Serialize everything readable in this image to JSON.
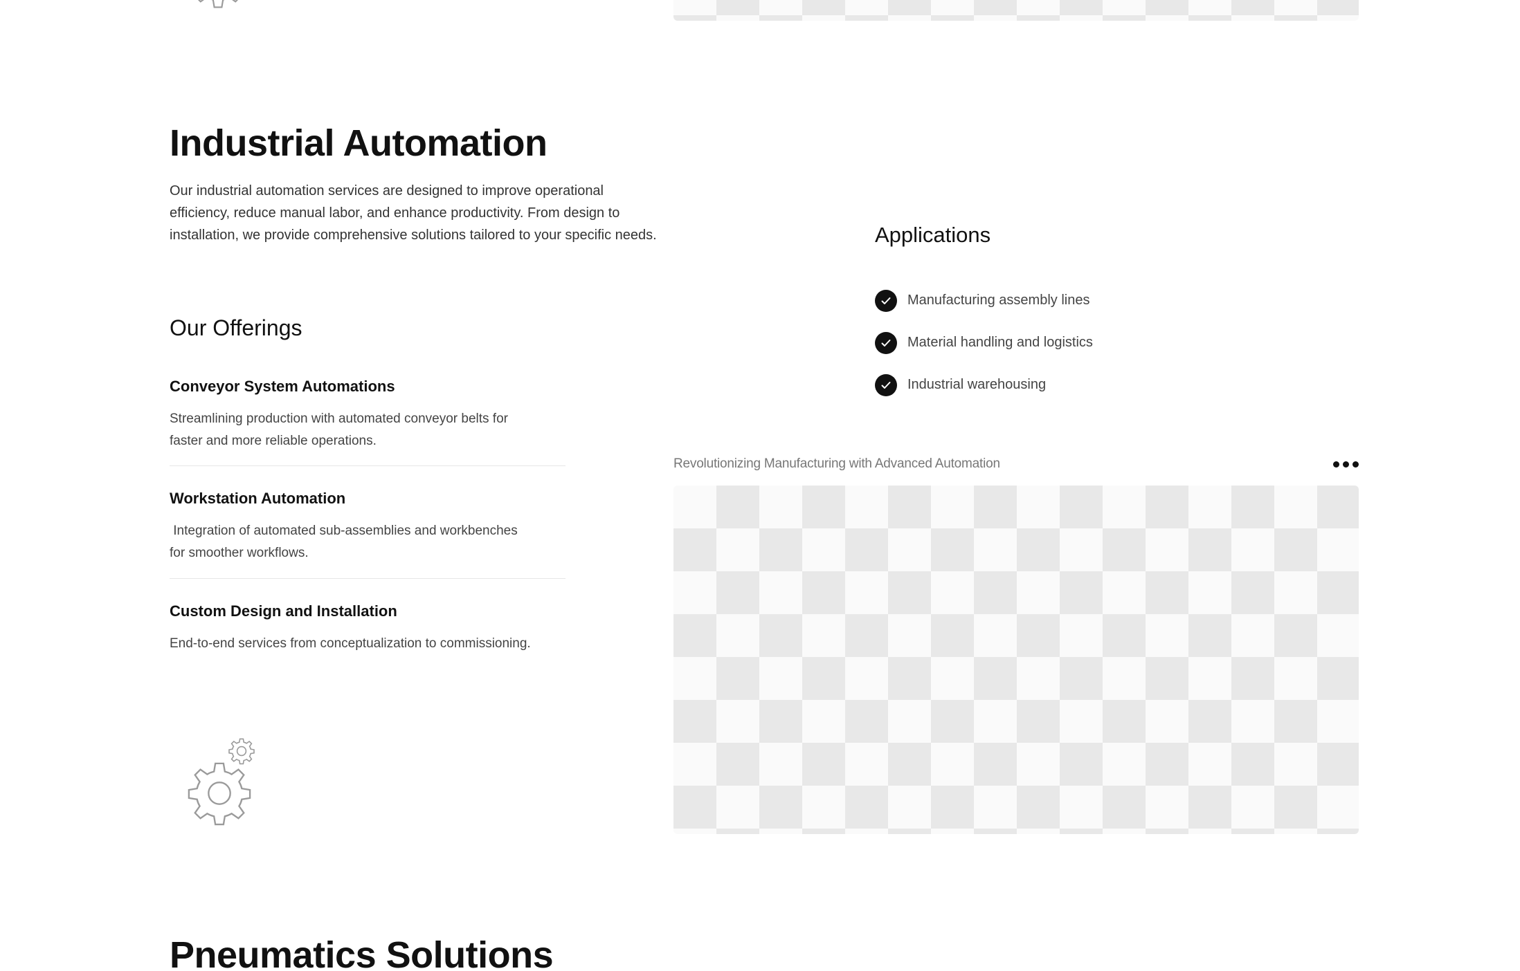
{
  "section": {
    "title": "Industrial Automation",
    "intro_line1": "Our industrial automation services are designed to improve operational",
    "intro_line2": "efficiency, reduce manual labor, and enhance productivity. From design to",
    "intro_line3": "installation, we provide comprehensive solutions tailored to your specific needs."
  },
  "offerings": {
    "heading": "Our Offerings",
    "items": [
      {
        "title": "Conveyor System Automations",
        "line1": "Streamlining production with automated conveyor belts for",
        "line2": "faster and more reliable operations."
      },
      {
        "title": "Workstation Automation",
        "line1": " Integration of automated sub-assemblies and workbenches",
        "line2": "for smoother workflows."
      },
      {
        "title": "Custom Design and Installation",
        "line1": "End-to-end services from conceptualization to commissioning."
      }
    ]
  },
  "applications": {
    "heading": "Applications",
    "items": [
      "Manufacturing assembly lines",
      "Material handling and logistics",
      "Industrial warehousing"
    ]
  },
  "media": {
    "caption": "Revolutionizing Manufacturing with Advanced Automation"
  },
  "next_section": {
    "title": "Pneumatics Solutions"
  },
  "icons": {
    "gear": "gear-icon",
    "check": "check-circle-icon",
    "more": "more-dots-icon"
  },
  "colors": {
    "text": "#111111",
    "muted": "#444444",
    "placeholder_light": "#fafafa",
    "placeholder_dark": "#e8e8e8"
  }
}
